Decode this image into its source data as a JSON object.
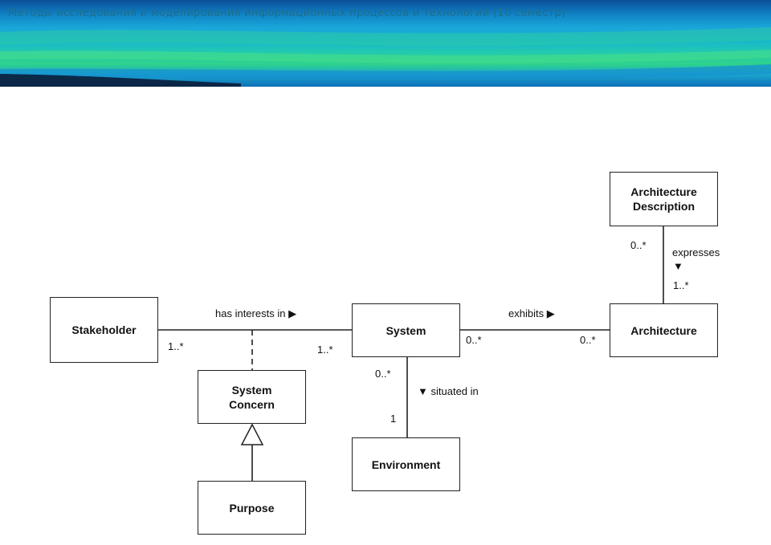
{
  "header": {
    "title": "Методы исследования и моделирования информационных процессов и технологий (10 семестр)"
  },
  "colors": {
    "banner_dark": "#0a4f9a",
    "banner_cyan": "#19a6d8",
    "banner_green": "#2fd28c",
    "line": "#222222"
  },
  "diagram": {
    "boxes": {
      "stakeholder": "Stakeholder",
      "system": "System",
      "architecture": "Architecture",
      "architecture_description_1": "Architecture",
      "architecture_description_2": "Description",
      "system_concern_1": "System",
      "system_concern_2": "Concern",
      "environment": "Environment",
      "purpose": "Purpose"
    },
    "associations": {
      "has_interests_in": "has interests in",
      "exhibits": "exhibits",
      "expresses": "expresses",
      "situated_in": "situated in"
    },
    "direction_arrows": {
      "right": "▶",
      "down": "▼"
    },
    "multiplicities": {
      "stakeholder_end": "1..*",
      "system_interest_end": "1..*",
      "system_exhibits_end": "0..*",
      "architecture_exhibits_end": "0..*",
      "ad_expresses_end": "0..*",
      "architecture_expresses_end": "1..*",
      "system_situated_end": "0..*",
      "environment_end": "1"
    }
  }
}
